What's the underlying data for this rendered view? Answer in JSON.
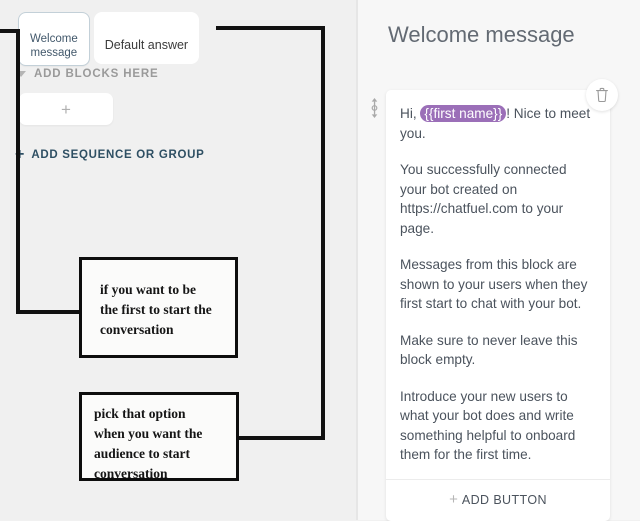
{
  "canvas": {
    "tabs": [
      {
        "label": "Welcome\nmessage",
        "active": true
      },
      {
        "label": "Default answer",
        "active": false
      }
    ],
    "add_blocks_label": "ADD BLOCKS HERE",
    "add_block_plus": "+",
    "add_sequence_plus": "+",
    "add_sequence_label": "ADD SEQUENCE OR GROUP"
  },
  "annotations": [
    {
      "text": "if you want to be\nthe first to start the\nconversation"
    },
    {
      "text": "pick that option\nwhen you want the\naudience to start\nconversation"
    }
  ],
  "panel": {
    "title": "Welcome message",
    "message": {
      "greeting_prefix": "Hi, ",
      "token": "{{first name}}",
      "greeting_suffix": "! Nice to meet you.",
      "paragraphs": [
        "You successfully connected your bot created on https://chatfuel.com to your page.",
        "Messages from this block are shown to your users when they first start to chat with your bot.",
        "Make sure to never leave this block empty.",
        "Introduce your new users to what your bot does and write something helpful to onboard them for the first time."
      ]
    },
    "add_button_plus": "+",
    "add_button_label": "ADD BUTTON"
  },
  "colors": {
    "canvas_bg": "#f0f0f0",
    "panel_bg": "#f7f7f7",
    "token_purple": "#9b6fb8",
    "accent_slate": "#2e4f63",
    "annotation_stroke": "#0d0d0d"
  }
}
